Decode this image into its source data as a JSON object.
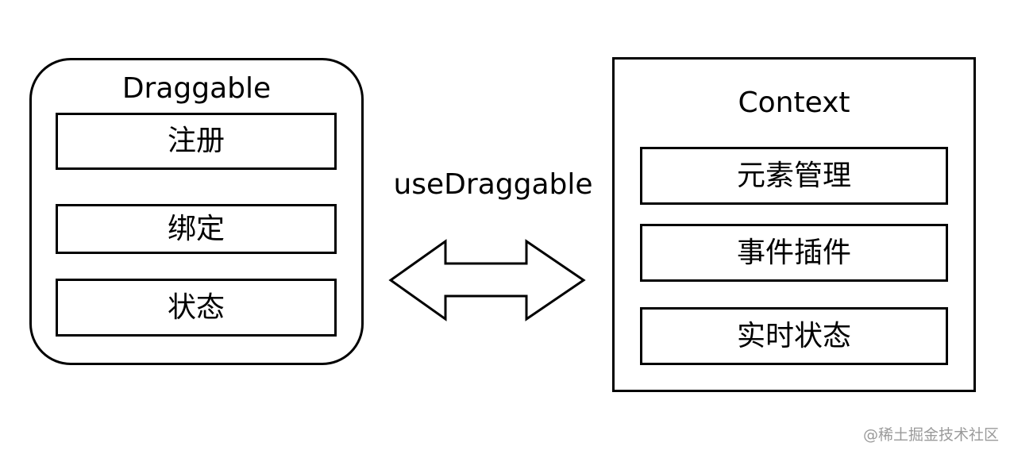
{
  "draggable": {
    "title": "Draggable",
    "items": [
      "注册",
      "绑定",
      "状态"
    ]
  },
  "context": {
    "title": "Context",
    "items": [
      "元素管理",
      "事件插件",
      "实时状态"
    ]
  },
  "connector": {
    "label": "useDraggable",
    "direction": "bidirectional",
    "icon": "double-arrow-icon"
  },
  "watermark": "@稀土掘金技术社区",
  "colors": {
    "stroke": "#000000",
    "background": "#ffffff",
    "watermark": "#9a9a9a"
  }
}
